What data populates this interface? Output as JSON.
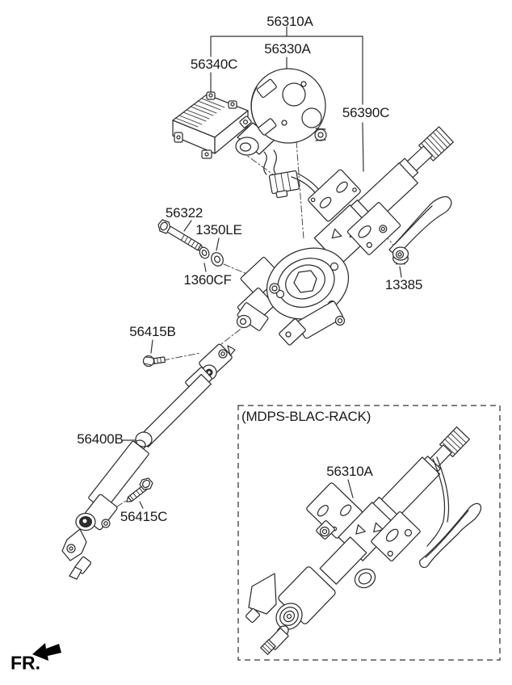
{
  "page": {
    "background": "#ffffff",
    "colors": {
      "line": "#2e2e2e",
      "text": "#1a1a1a",
      "dash_line": "#4a4a4a",
      "inset_border": "#555555"
    }
  },
  "diagram": {
    "part_labels": [
      {
        "id": "56310A-top",
        "text": "56310A"
      },
      {
        "id": "56330A",
        "text": "56330A"
      },
      {
        "id": "56340C",
        "text": "56340C"
      },
      {
        "id": "56390C",
        "text": "56390C"
      },
      {
        "id": "56322",
        "text": "56322"
      },
      {
        "id": "1350LE",
        "text": "1350LE"
      },
      {
        "id": "1360CF",
        "text": "1360CF"
      },
      {
        "id": "13385",
        "text": "13385"
      },
      {
        "id": "56415B",
        "text": "56415B"
      },
      {
        "id": "56400B",
        "text": "56400B"
      },
      {
        "id": "56415C",
        "text": "56415C"
      },
      {
        "id": "56310A-inset",
        "text": "56310A"
      }
    ],
    "inset": {
      "label": "(MDPS-BLAC-RACK)"
    },
    "direction_indicator": {
      "text": "FR."
    }
  }
}
